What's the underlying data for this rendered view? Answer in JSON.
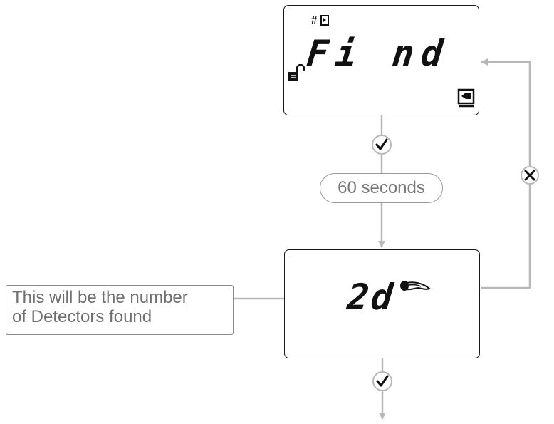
{
  "top_display": {
    "main_text": "Fi nd",
    "small_label": "#"
  },
  "timer": {
    "label": "60 seconds"
  },
  "bottom_display": {
    "main_text": "2d"
  },
  "callout": {
    "line1": "This will be the number",
    "line2": "of Detectors found"
  },
  "colors": {
    "line": "#b8b8b8",
    "border": "#1a1a1a",
    "text_gray": "#6f6f6f"
  },
  "icons": [
    "lock-open-icon",
    "detector-icon",
    "screen-return-icon",
    "check-icon",
    "cross-icon",
    "pointing-hand-icon"
  ]
}
